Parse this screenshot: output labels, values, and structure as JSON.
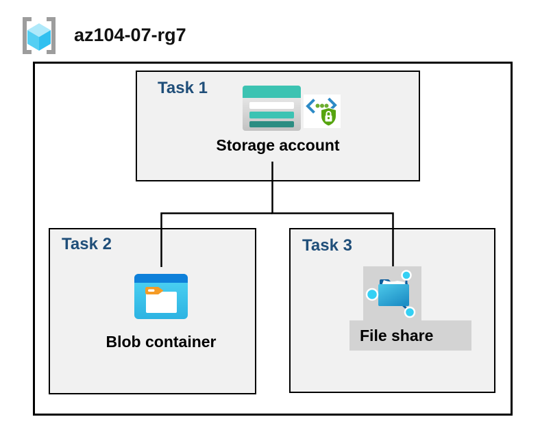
{
  "resource_group": {
    "name": "az104-07-rg7",
    "icon": "resource-group-icon"
  },
  "tasks": [
    {
      "id": "task-1",
      "label": "Task 1",
      "resource": "Storage account",
      "icons": [
        "storage-account-icon",
        "sas-lock-icon"
      ]
    },
    {
      "id": "task-2",
      "label": "Task 2",
      "resource": "Blob container",
      "icons": [
        "blob-container-icon"
      ]
    },
    {
      "id": "task-3",
      "label": "Task 3",
      "resource": "File share",
      "icons": [
        "file-share-icon"
      ],
      "highlighted": true
    }
  ],
  "connections": [
    {
      "from": "Storage account",
      "to": "Blob container"
    },
    {
      "from": "Storage account",
      "to": "File share"
    }
  ],
  "colors": {
    "background": "#FFFFFF",
    "box_fill": "#F1F1F1",
    "box_border": "#000000",
    "task_label": "#1F4E79",
    "resource_label": "#000000",
    "file_share_highlight": "#D3D3D3",
    "storage_teal": "#3CC3B2",
    "blob_blue": "#0E80DA",
    "cyan_accent": "#34D0F4",
    "sas_green": "#56A40F",
    "sas_bracket_blue": "#2C8AC6"
  }
}
